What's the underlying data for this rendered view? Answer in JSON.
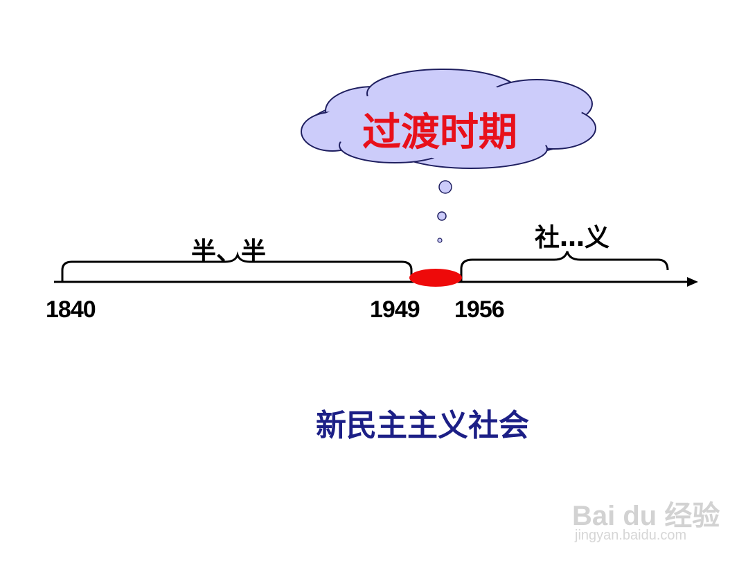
{
  "timeline": {
    "years": [
      "1840",
      "1949",
      "1956"
    ],
    "period_left_label": "半、半",
    "period_right_label": "社…义",
    "transition_label": "过渡时期",
    "society_label": "新民主主义社会"
  },
  "watermark": {
    "logo_text": "Bai du 经验",
    "url": "jingyan.baidu.com"
  },
  "colors": {
    "cloud_fill": "#ccccfa",
    "marker": "#ee0a0a",
    "transition_text": "#e8101a",
    "society_text": "#1c1f86"
  }
}
